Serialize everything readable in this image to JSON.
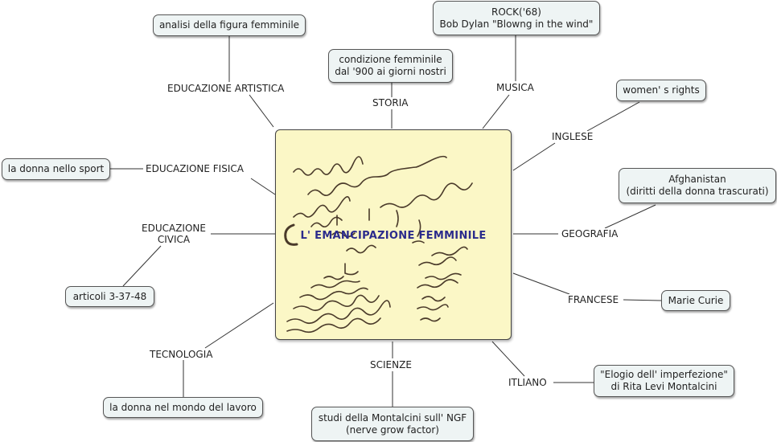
{
  "center": {
    "title": "L' EMANCIPAZIONE FEMMINILE"
  },
  "branches": {
    "educazione_artistica": {
      "label": "EDUCAZIONE ARTISTICA",
      "box": "analisi della figura femminile"
    },
    "storia": {
      "label": "STORIA",
      "box": [
        "condizione femminile",
        "dal '900 ai giorni nostri"
      ]
    },
    "musica": {
      "label": "MUSICA",
      "box": [
        "ROCK('68)",
        "Bob Dylan \"Blowng in the wind\""
      ]
    },
    "inglese": {
      "label": "INGLESE",
      "box": "women' s rights"
    },
    "educazione_fisica": {
      "label": "EDUCAZIONE FISICA",
      "box": "la donna nello sport"
    },
    "geografia": {
      "label": "GEOGRAFIA",
      "box": [
        "Afghanistan",
        "(diritti della donna trascurati)"
      ]
    },
    "educazione_civica": {
      "label": [
        "EDUCAZIONE",
        "CIVICA"
      ],
      "box": "articoli 3-37-48"
    },
    "francese": {
      "label": "FRANCESE",
      "box": "Marie Curie"
    },
    "tecnologia": {
      "label": "TECNOLOGIA",
      "box": "la donna nel mondo del lavoro"
    },
    "scienze": {
      "label": "SCIENZE",
      "box": [
        "studi della Montalcini sull' NGF",
        "(nerve grow factor)"
      ]
    },
    "italiano": {
      "label": "ITLIANO",
      "box": [
        "\"Elogio dell' imperfezione\"",
        "di Rita Levi Montalcini"
      ]
    }
  }
}
